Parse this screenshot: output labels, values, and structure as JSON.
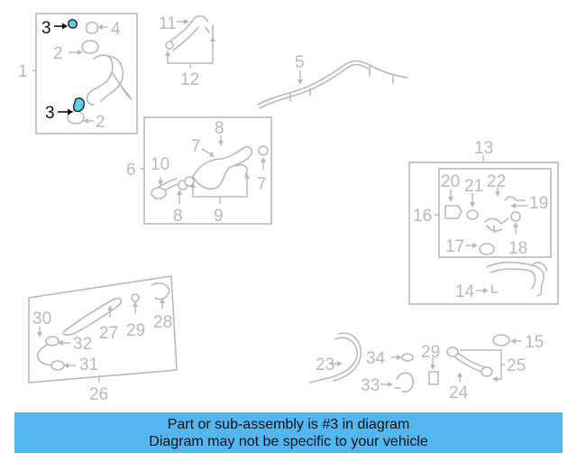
{
  "diagram": {
    "highlight_part": "3",
    "highlight_color": "#55d3e0",
    "callouts": [
      "1",
      "2",
      "2",
      "3",
      "3",
      "4",
      "5",
      "6",
      "7",
      "7",
      "8",
      "8",
      "9",
      "10",
      "11",
      "12",
      "13",
      "14",
      "15",
      "16",
      "17",
      "18",
      "19",
      "20",
      "21",
      "22",
      "23",
      "24",
      "25",
      "26",
      "27",
      "28",
      "29",
      "29",
      "30",
      "31",
      "32",
      "33",
      "34"
    ]
  },
  "banner": {
    "line1": "Part or sub-assembly is #3 in diagram",
    "line2": "Diagram may not be specific to your vehicle",
    "background": "#53b6ef"
  }
}
